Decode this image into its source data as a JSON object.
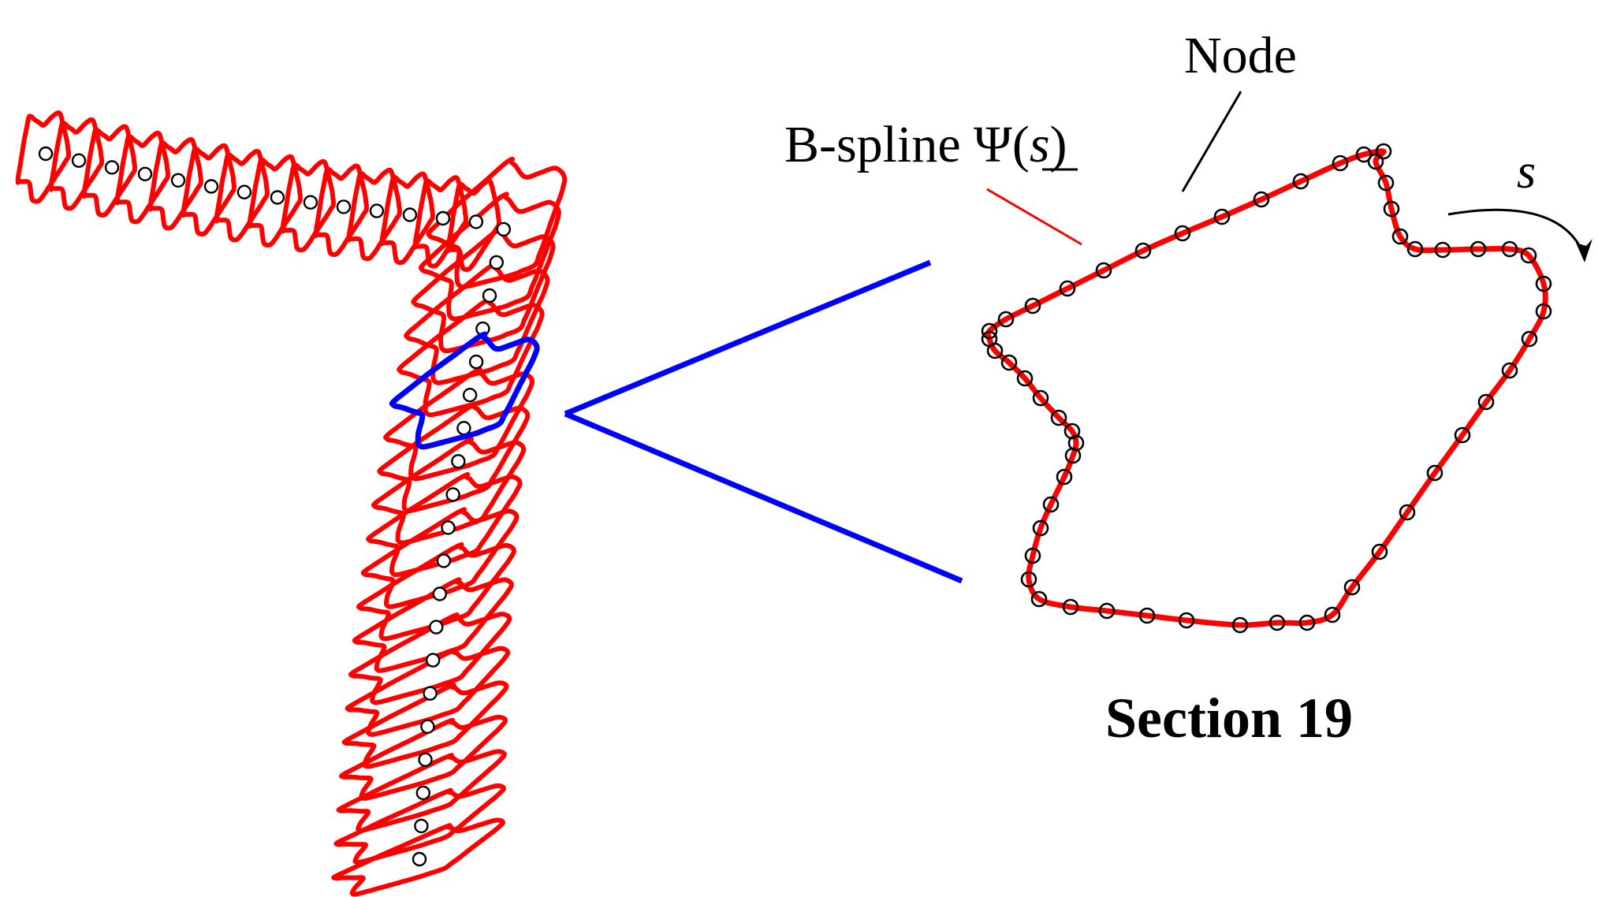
{
  "labels": {
    "node": "Node",
    "bspline_prefix": "B-spline ",
    "psi_symbol": "Ψ",
    "psi_argument_open": "(",
    "psi_argument": "s",
    "psi_argument_close": ")",
    "s_axis": "s",
    "section": "Section 19"
  },
  "colors": {
    "section_curve": "#ff0000",
    "highlight": "#0000ff",
    "node_marker": "#000000",
    "background": "#ffffff"
  },
  "sections": {
    "total_count": 34,
    "highlighted_index": 19
  }
}
